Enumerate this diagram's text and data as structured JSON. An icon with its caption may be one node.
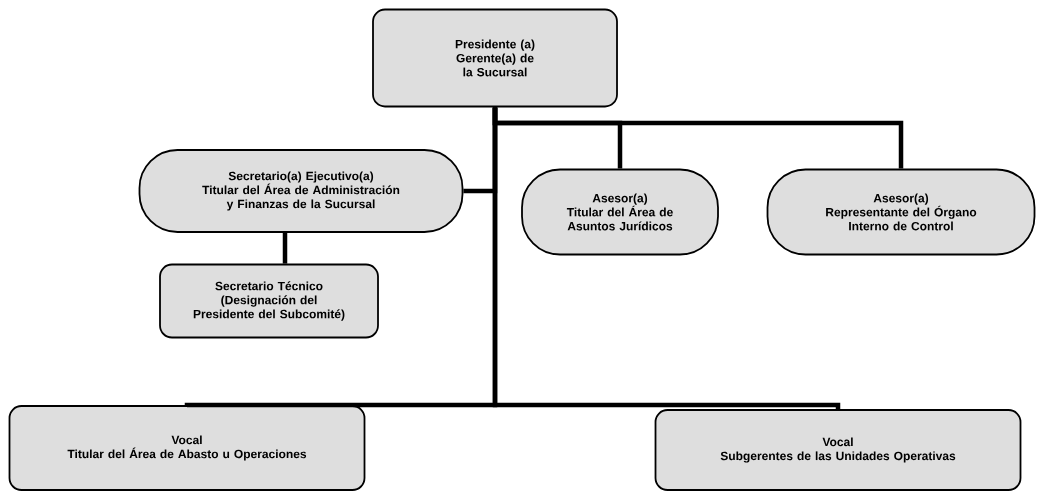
{
  "diagram": {
    "nodes": [
      {
        "text": [
          "Presidente (a)",
          "Gerente(a) de la Sucursal"
        ]
      },
      {
        "text": [
          "Secretario(a) Ejecutivo(a)",
          "Titular del Área de Administración y Finanzas de la Sucursal"
        ]
      },
      {
        "text": [
          "Secretario Técnico",
          "(Designación del Presidente del Subcomité)"
        ]
      },
      {
        "text": [
          "Asesor(a)",
          "Titular del Área de Asuntos Jurídicos"
        ]
      },
      {
        "text": [
          "Asesor(a)",
          "Representante del Órgano Interno de Control"
        ]
      },
      {
        "text": [
          "Vocal",
          "Titular del Área de Abasto u Operaciones"
        ]
      },
      {
        "text": [
          "Vocal",
          "Subgerentes de las Unidades Operativas"
        ]
      }
    ],
    "edges": [
      {
        "from": 0,
        "to": 1,
        "arrow": "none"
      },
      {
        "from": 0,
        "to": 3,
        "arrow": "none"
      },
      {
        "from": 0,
        "to": 4,
        "arrow": "none"
      },
      {
        "from": 0,
        "to": 5,
        "arrow": "none"
      },
      {
        "from": 0,
        "to": 6,
        "arrow": "none"
      },
      {
        "from": 1,
        "to": 2,
        "arrow": "none"
      }
    ]
  }
}
